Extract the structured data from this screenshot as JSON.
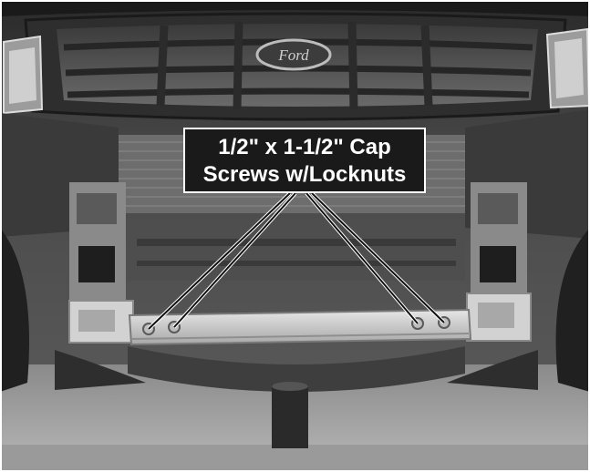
{
  "callout": {
    "line1": "1/2\" x 1-1/2\" Cap",
    "line2": "Screws w/Locknuts"
  },
  "logo": {
    "text": "Ford"
  },
  "colors": {
    "callout_bg": "#1a1a1a",
    "callout_text": "#ffffff",
    "leader_line": "#111111"
  }
}
